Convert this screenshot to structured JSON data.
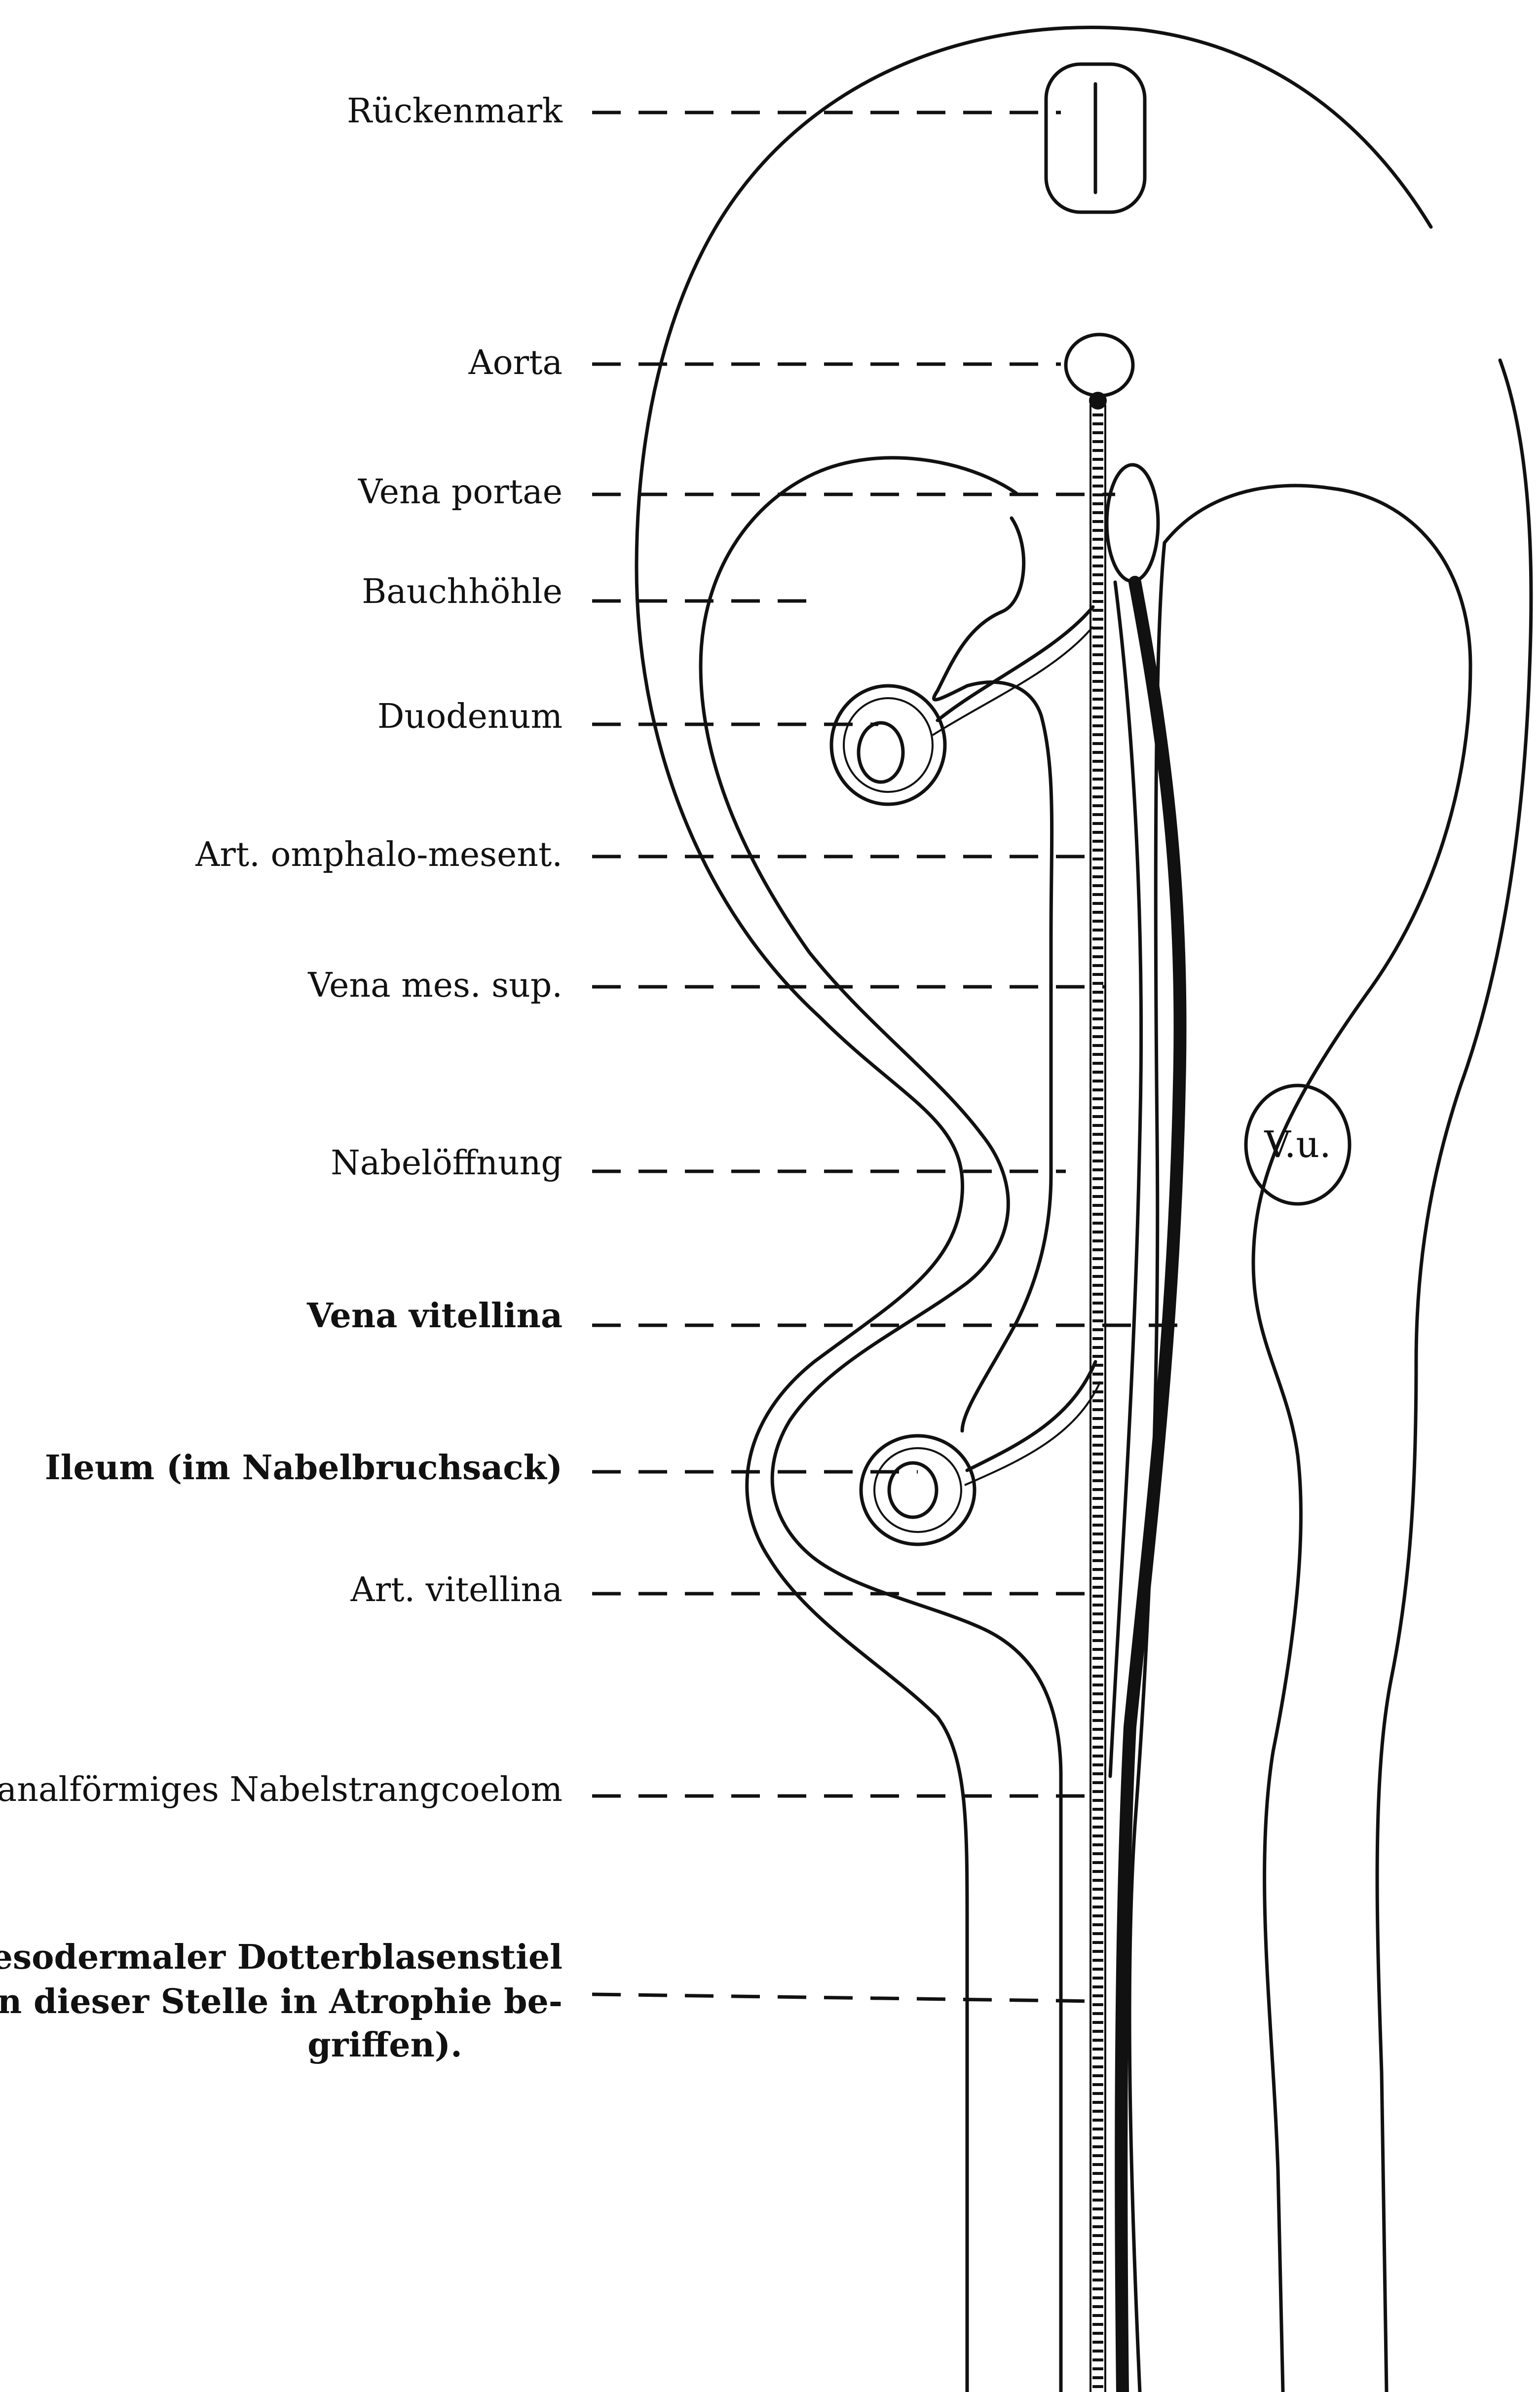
{
  "labels": {
    "rueckenmark": "Rückenmark",
    "aorta": "Aorta",
    "vena_portae": "Vena portae",
    "bauchhoehle": "Bauchhöhle",
    "duodenum": "Duodenum",
    "art_omphalo": "Art. omphalo-mesent.",
    "vena_mes_sup": "Vena mes. sup.",
    "nabeloeffnung": "Nabelöffnung",
    "vena_vitellina": "Vena vitellina",
    "ileum": "Ileum (im Nabelbruchsack)",
    "art_vitellina": "Art. vitellina",
    "kanal": "Kanalförmiges Nabelstrangcoelom",
    "mesoderm_line1": "Mesodermaler Dotterblasenstiel",
    "mesoderm_line2": "(an dieser Stelle in Atrophie be-",
    "mesoderm_line3": "griffen)."
  },
  "inset_label": "V.u.",
  "colors": {
    "ink": "#111111",
    "background": "#ffffff"
  }
}
